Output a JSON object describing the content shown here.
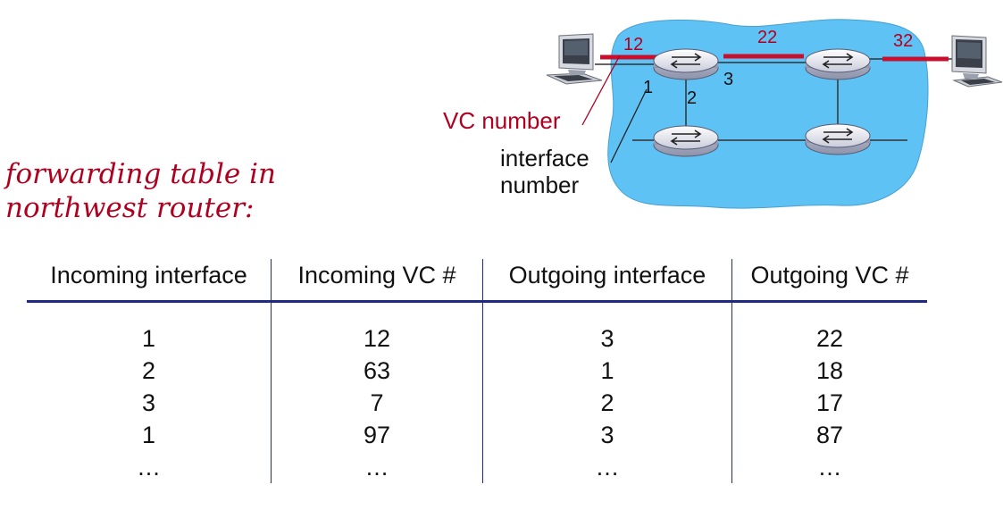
{
  "caption": {
    "line1": "forwarding table in",
    "line2": "northwest router:"
  },
  "diagram": {
    "vc_labels": [
      "12",
      "22",
      "32"
    ],
    "interface_labels": [
      "1",
      "2",
      "3"
    ],
    "vc_number_label": "VC number",
    "interface_number_label_1": "interface",
    "interface_number_label_2": "number",
    "colors": {
      "cloud": "#5fc2f5",
      "vc_path": "#c8102e",
      "label_red": "#b00020",
      "link": "#333333"
    }
  },
  "table": {
    "headers": [
      "Incoming interface",
      "Incoming VC #",
      "Outgoing interface",
      "Outgoing VC #"
    ],
    "rows": [
      [
        "1",
        "12",
        "3",
        "22"
      ],
      [
        "2",
        "63",
        "1",
        "18"
      ],
      [
        "3",
        "7",
        "2",
        "17"
      ],
      [
        "1",
        "97",
        "3",
        "87"
      ],
      [
        "…",
        "…",
        "…",
        "…"
      ]
    ]
  }
}
